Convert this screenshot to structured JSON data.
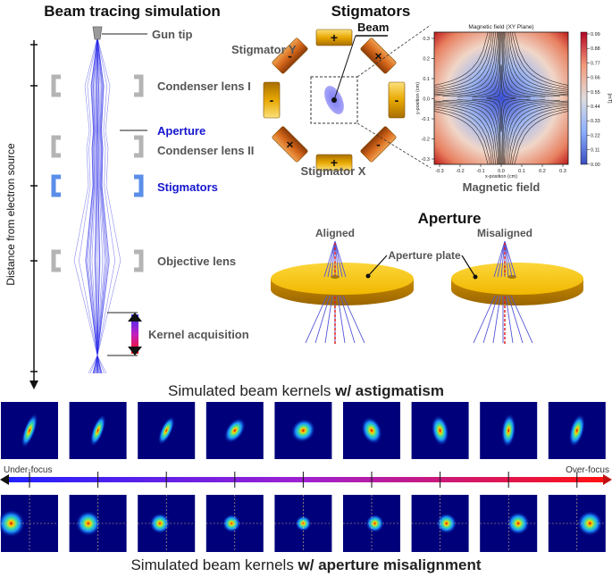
{
  "beam_tracing": {
    "title": "Beam tracing simulation",
    "y_axis_label": "Distance from electron source",
    "labels": {
      "gun_tip": "Gun tip",
      "condenser_1": "Condenser lens I",
      "aperture": "Aperture",
      "condenser_2": "Condenser lens II",
      "stigmators": "Stigmators",
      "objective": "Objective lens",
      "kernel": "Kernel acquisition"
    },
    "colors": {
      "beam": "#2020e0",
      "highlight": "#1515d0",
      "lens": "#b0b0b0",
      "stigmator_lens": "#4a7fe0"
    }
  },
  "stigmators": {
    "title": "Stigmators",
    "label_y": "Stigmator Y",
    "label_x": "Stigmator X",
    "label_beam": "Beam",
    "signs": {
      "top": "+",
      "bottom": "+",
      "left": "-",
      "right": "-",
      "tl": "-",
      "tr": "×",
      "bl": "×",
      "br": "-"
    }
  },
  "magnetic_field": {
    "title": "Magnetic field (XY Plane)",
    "caption": "Magnetic field",
    "xlabel": "x-position (cm)",
    "ylabel": "y-position (cm)",
    "x_ticks": [
      "-0.3",
      "-0.2",
      "-0.1",
      "0.0",
      "0.1",
      "0.2",
      "0.3"
    ],
    "y_ticks": [
      "0.3",
      "0.2",
      "0.1",
      "0.0",
      "-0.1",
      "-0.2",
      "-0.3"
    ],
    "colorbar_ticks": [
      "0.99",
      "0.88",
      "0.77",
      "0.66",
      "0.55",
      "0.44",
      "0.33",
      "0.22",
      "0.11",
      "0.00"
    ],
    "colorbar_unit": "[mT]"
  },
  "aperture": {
    "title": "Aperture",
    "aligned": "Aligned",
    "misaligned": "Misaligned",
    "plate": "Aperture plate",
    "plate_color": "#f2c21a"
  },
  "kernels": {
    "caption_top_prefix": "Simulated beam kernels ",
    "caption_top_bold": "w/ astigmatism",
    "caption_bottom_prefix": "Simulated beam kernels ",
    "caption_bottom_bold": "w/ aperture misalignment",
    "under_focus": "Under-focus",
    "over_focus": "Over-focus",
    "count": 9
  }
}
